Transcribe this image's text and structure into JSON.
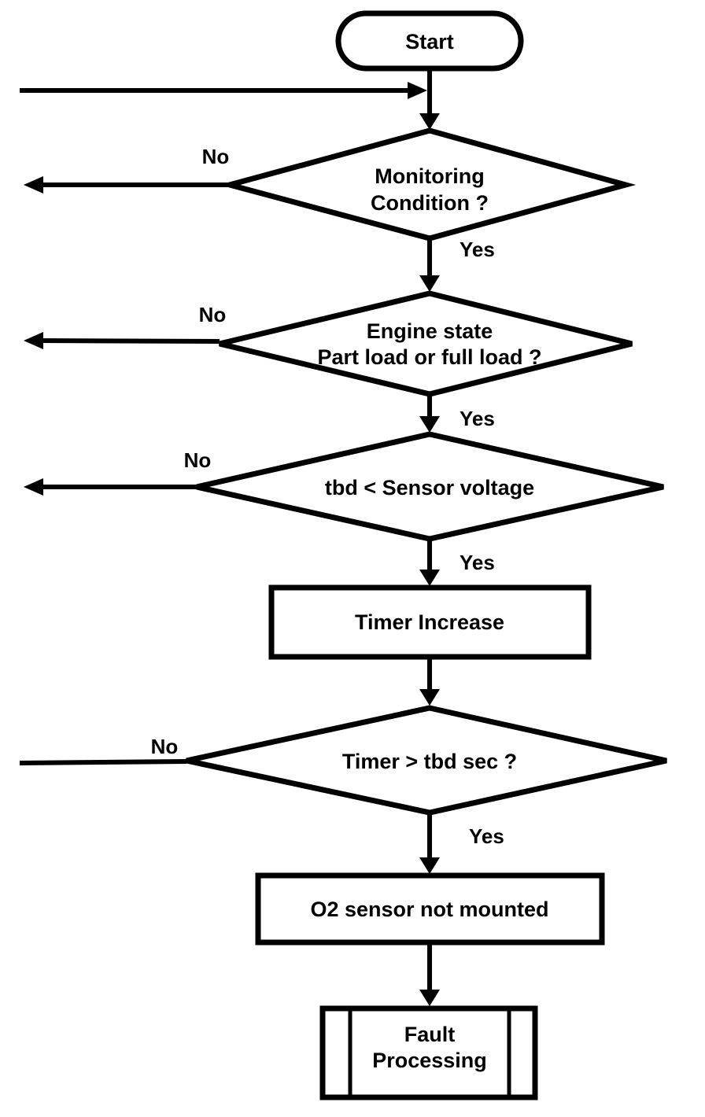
{
  "flowchart": {
    "background_color": "#ffffff",
    "stroke_color": "#000000",
    "start": {
      "label": "Start"
    },
    "decision_monitoring": {
      "line1": "Monitoring",
      "line2": "Condition ?"
    },
    "decision_engine_state": {
      "line1": "Engine state",
      "line2": "Part load or full load ?"
    },
    "decision_sensor_voltage": {
      "label": "tbd < Sensor voltage"
    },
    "decision_timer": {
      "label": "Timer > tbd sec ?"
    },
    "process_timer_increase": {
      "label": "Timer Increase"
    },
    "process_o2_not_mounted": {
      "label": "O2 sensor not mounted"
    },
    "predefined_fault_processing": {
      "line1": "Fault",
      "line2": "Processing"
    },
    "edge_labels": {
      "yes": "Yes",
      "no": "No"
    }
  }
}
